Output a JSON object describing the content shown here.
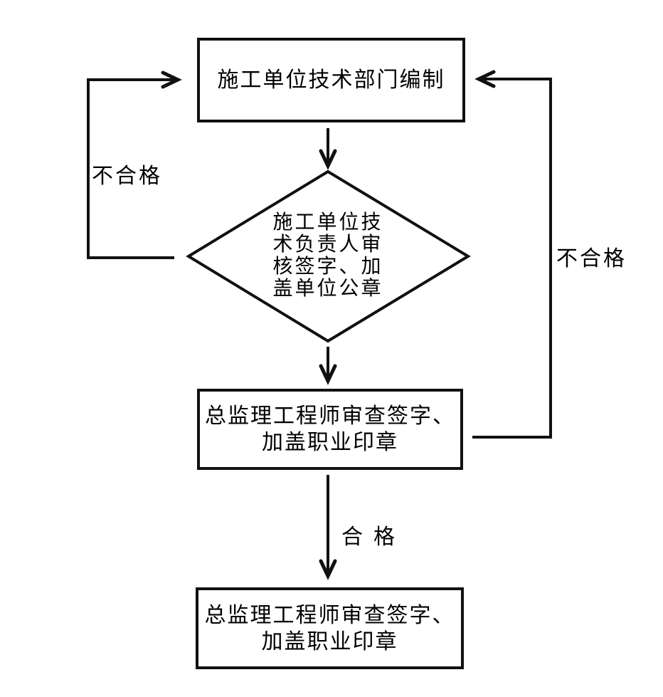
{
  "colors": {
    "line": "#111111",
    "text": "#000000",
    "background": "#ffffff"
  },
  "nodes": {
    "compile": {
      "label": "施工单位技术部门编制"
    },
    "review_diamond": {
      "label": "施工单位技术负责人审核签字、加盖单位公章",
      "lines": [
        "施工单位技",
        "术负责人审",
        "核签字、加",
        "盖单位公章"
      ]
    },
    "chief_review": {
      "label": "总监理工程师审查签字、加盖职业印章",
      "lines": [
        "总监理工程师审查签字、",
        "加盖职业印章"
      ]
    },
    "final_review": {
      "label": "总监理工程师审查签字、加盖职业印章",
      "lines": [
        "总监理工程师审查签字、",
        "加盖职业印章"
      ]
    }
  },
  "edges": {
    "left_fail_label": "不合格",
    "right_fail_label": "不合格",
    "pass_label": "合格"
  }
}
